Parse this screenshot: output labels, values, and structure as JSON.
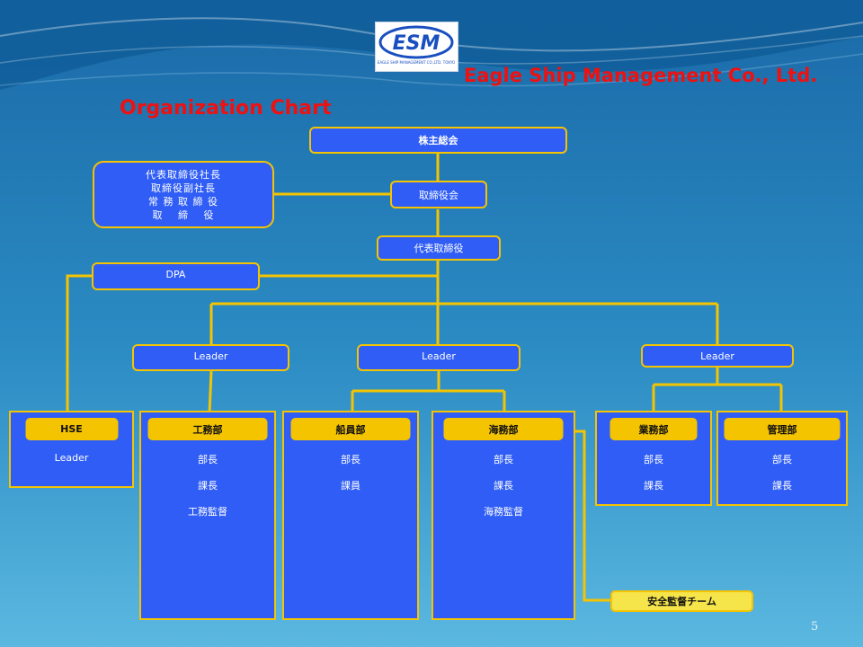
{
  "header": {
    "logo_text": "ESM",
    "logo_subtext": "EAGLE SHIP MANAGEMENT CO.,LTD. TOKYO",
    "company_name": "Eagle Ship Management Co., Ltd.",
    "chart_title": "Organization Chart"
  },
  "top": {
    "shareholders": "株主総会",
    "board": "取締役会",
    "executives": [
      "代表取締役社長",
      "取締役副社長",
      "常 務 取 締 役",
      "取　 締　 役"
    ],
    "rep_director": "代表取締役",
    "dpa": "DPA"
  },
  "leaders": [
    "Leader",
    "Leader",
    "Leader"
  ],
  "departments": [
    {
      "name": "HSE",
      "items": [
        "Leader"
      ]
    },
    {
      "name": "工務部",
      "items": [
        "部長",
        "課長",
        "工務監督"
      ]
    },
    {
      "name": "船員部",
      "items": [
        "部長",
        "課員"
      ]
    },
    {
      "name": "海務部",
      "items": [
        "部長",
        "課長",
        "海務監督"
      ]
    },
    {
      "name": "業務部",
      "items": [
        "部長",
        "課長"
      ]
    },
    {
      "name": "管理部",
      "items": [
        "部長",
        "課長"
      ]
    }
  ],
  "safety_team": "安全監督チーム",
  "page_number": "5",
  "colors": {
    "box_fill": "#2f5df5",
    "border": "#f5c400",
    "title_red": "#ee1111",
    "background": "#2b85bd"
  }
}
